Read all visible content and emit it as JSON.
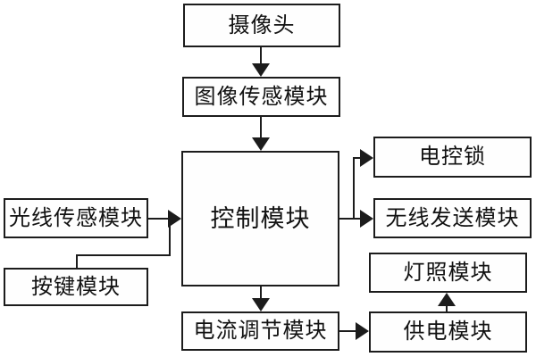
{
  "diagram_title": "camera-door-lock-control-block-diagram",
  "nodes": {
    "camera": {
      "label": "摄像头"
    },
    "image_sensor": {
      "label": "图像传感模块"
    },
    "control": {
      "label": "控制模块"
    },
    "light_sensor": {
      "label": "光线传感模块"
    },
    "key_button": {
      "label": "按键模块"
    },
    "electric_lock": {
      "label": "电控锁"
    },
    "wireless_send": {
      "label": "无线发送模块"
    },
    "lighting": {
      "label": "灯照模块"
    },
    "power_supply": {
      "label": "供电模块"
    },
    "current_regulation": {
      "label": "电流调节模块"
    }
  },
  "edges": [
    {
      "from": "摄像头",
      "to": "图像传感模块",
      "type": "arrow-down"
    },
    {
      "from": "图像传感模块",
      "to": "控制模块",
      "type": "arrow-down"
    },
    {
      "from": "光线传感模块",
      "to": "控制模块",
      "type": "arrow-right"
    },
    {
      "from": "按键模块",
      "to": "控制模块",
      "type": "arrow-right-merged"
    },
    {
      "from": "控制模块",
      "to": "电控锁",
      "type": "arrow-right-branch"
    },
    {
      "from": "控制模块",
      "to": "无线发送模块",
      "type": "arrow-right"
    },
    {
      "from": "控制模块",
      "to": "电流调节模块",
      "type": "arrow-down"
    },
    {
      "from": "电流调节模块",
      "to": "供电模块",
      "type": "arrow-right"
    },
    {
      "from": "供电模块",
      "to": "灯照模块",
      "type": "arrow-up"
    }
  ],
  "colors": {
    "line": "#1c1c1c",
    "box_fill": "#fefefe",
    "background": "#ffffff",
    "text": "#111111"
  }
}
